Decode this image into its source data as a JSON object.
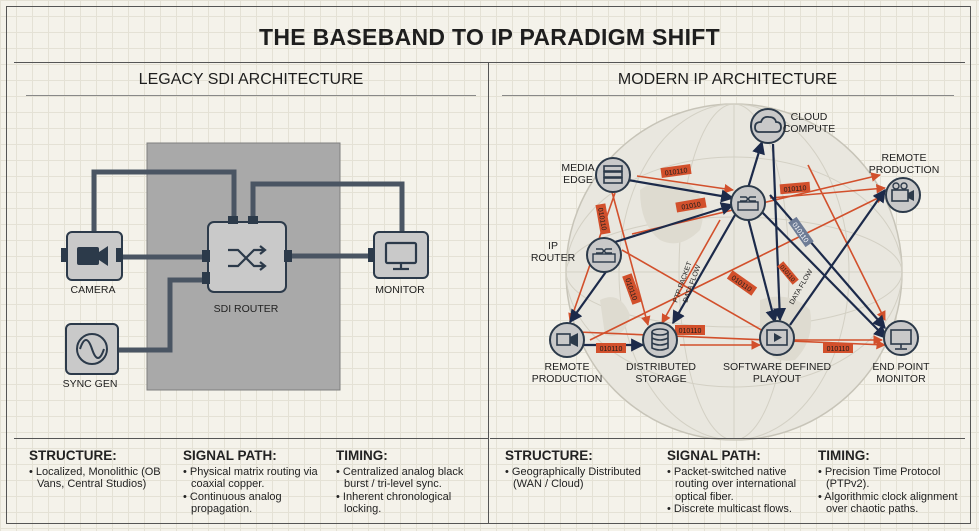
{
  "title": "THE BASEBAND TO IP PARADIGM SHIFT",
  "legacy": {
    "title": "LEGACY SDI ARCHITECTURE",
    "nodes": {
      "camera": "CAMERA",
      "sync_gen": "SYNC GEN",
      "router": "SDI ROUTER",
      "monitor": "MONITOR"
    },
    "structure": {
      "heading": "STRUCTURE:",
      "items": [
        "• Localized, Monolithic (OB Vans, Central Studios)"
      ]
    },
    "signal_path": {
      "heading": "SIGNAL PATH:",
      "items": [
        "• Physical matrix routing via coaxial copper.",
        "• Continuous analog propagation."
      ]
    },
    "timing": {
      "heading": "TIMING:",
      "items": [
        "• Centralized analog black burst / tri-level sync.",
        "• Inherent chronological locking."
      ]
    }
  },
  "modern": {
    "title": "MODERN IP ARCHITECTURE",
    "nodes": {
      "cloud_line1": "CLOUD",
      "cloud_line2": "COMPUTE",
      "edge_line1": "MEDIA",
      "edge_line2": "EDGE",
      "remote_tr_line1": "REMOTE",
      "remote_tr_line2": "PRODUCTION",
      "ip_router_line1": "IP",
      "ip_router_line2": "ROUTER",
      "remote_bl_line1": "REMOTE",
      "remote_bl_line2": "PRODUCTION",
      "storage_line1": "DISTRIBUTED",
      "storage_line2": "STORAGE",
      "playout_line1": "SOFTWARE DEFINED",
      "playout_line2": "PLAYOUT",
      "endpoint_line1": "END POINT",
      "endpoint_line2": "MONITOR"
    },
    "packets": [
      "010110",
      "01010",
      "010110",
      "010110",
      "010110",
      "010110",
      "010110",
      "010110",
      "010110",
      "010110",
      "010110"
    ],
    "flow_labels": [
      "PTP PACKET",
      "DATA FLOW",
      "DATA FLOW"
    ],
    "structure": {
      "heading": "STRUCTURE:",
      "items": [
        "• Geographically Distributed (WAN / Cloud)"
      ]
    },
    "signal_path": {
      "heading": "SIGNAL PATH:",
      "items": [
        "• Packet-switched native routing over international optical fiber.",
        "• Discrete multicast flows."
      ]
    },
    "timing": {
      "heading": "TIMING:",
      "items": [
        "• Precision Time Protocol (PTPv2).",
        "• Algorithmic clock alignment over chaotic paths."
      ]
    }
  },
  "colors": {
    "ink": "#2c3a4a",
    "navy": "#1c2a4a",
    "red": "#d2502c",
    "shade": "#a9a9a9",
    "node_fill": "#c9c9c9",
    "paper": "#f4f2ea"
  }
}
